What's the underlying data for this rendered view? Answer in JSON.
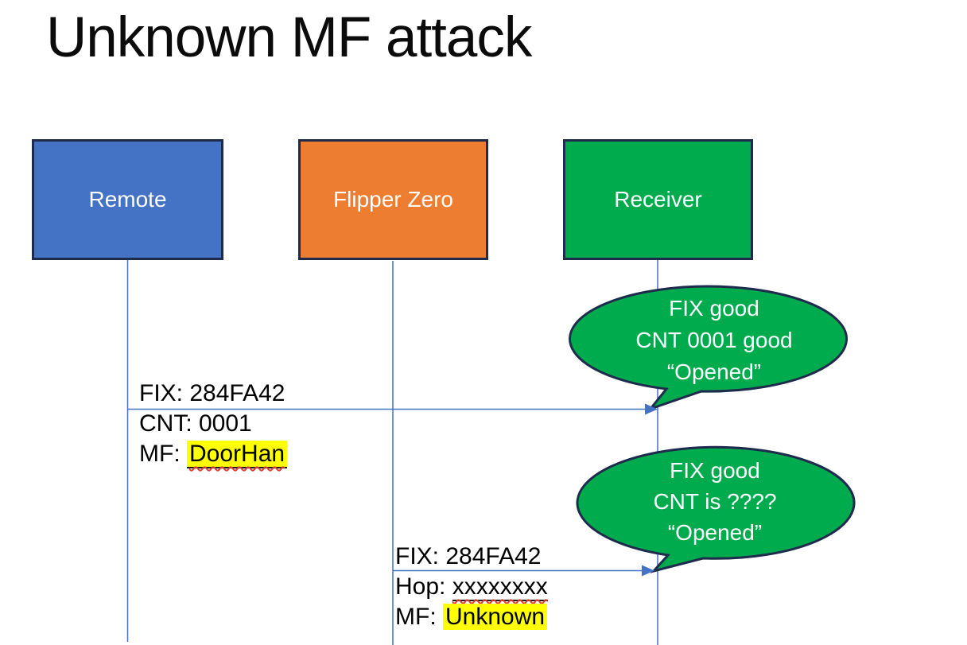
{
  "slide": {
    "title": "Unknown MF attack"
  },
  "actors": [
    {
      "id": "remote",
      "label": "Remote",
      "fill": "#4472C4"
    },
    {
      "id": "flipper",
      "label": "Flipper Zero",
      "fill": "#ED7D31"
    },
    {
      "id": "receiver",
      "label": "Receiver",
      "fill": "#00AB4E"
    }
  ],
  "messages": [
    {
      "from": "remote",
      "to": "receiver",
      "line1": "FIX: 284FA42",
      "line2": "CNT: 0001",
      "line3_prefix": "MF: ",
      "line3_value": "DoorHan"
    },
    {
      "from": "flipper",
      "to": "receiver",
      "line1": "FIX: 284FA42",
      "line2_prefix": "Hop: ",
      "line2_value": "xxxxxxxx",
      "line3_prefix": "MF: ",
      "line3_value": "Unknown"
    }
  ],
  "callouts": [
    {
      "line1": "FIX good",
      "line2": "CNT 0001 good",
      "line3": "“Opened”"
    },
    {
      "line1": "FIX good",
      "line2": "CNT is ????",
      "line3": "“Opened”"
    }
  ],
  "colors": {
    "outline": "#1e2b4d",
    "connector": "#4472C4",
    "callout_fill": "#00AB4E",
    "highlight": "#FFFF00",
    "squiggle": "#E03C31"
  }
}
